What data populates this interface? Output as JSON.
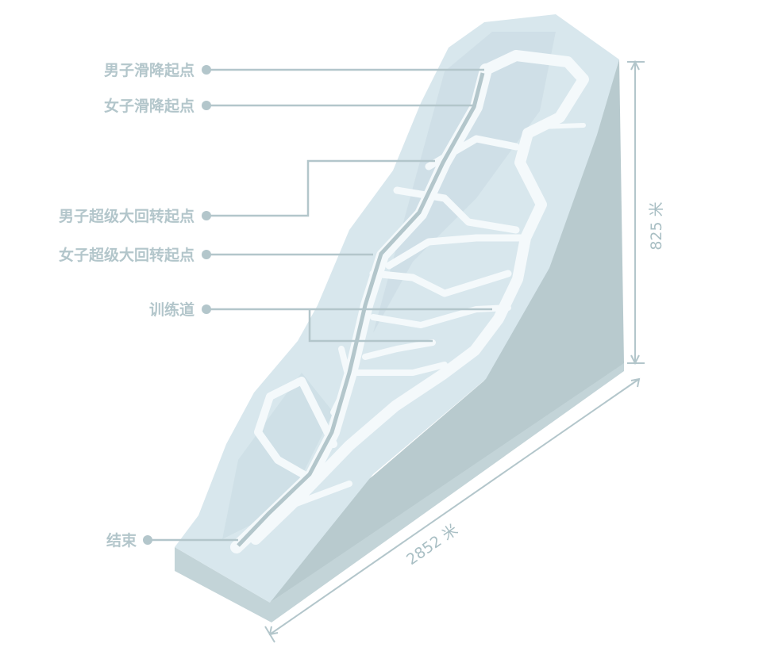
{
  "labels": {
    "men_downhill_start": "男子滑降起点",
    "women_downhill_start": "女子滑降起点",
    "men_super_g_start": "男子超级大回转起点",
    "women_super_g_start": "女子超级大回转起点",
    "training_run": "训练道",
    "finish": "结束"
  },
  "dimensions": {
    "height": "825 米",
    "length": "2852 米"
  },
  "colors": {
    "label": "#b3c6cb",
    "slope_top": "#d6e6ec",
    "slope_side": "#b9cbd0",
    "trail": "#f4f9fb"
  }
}
